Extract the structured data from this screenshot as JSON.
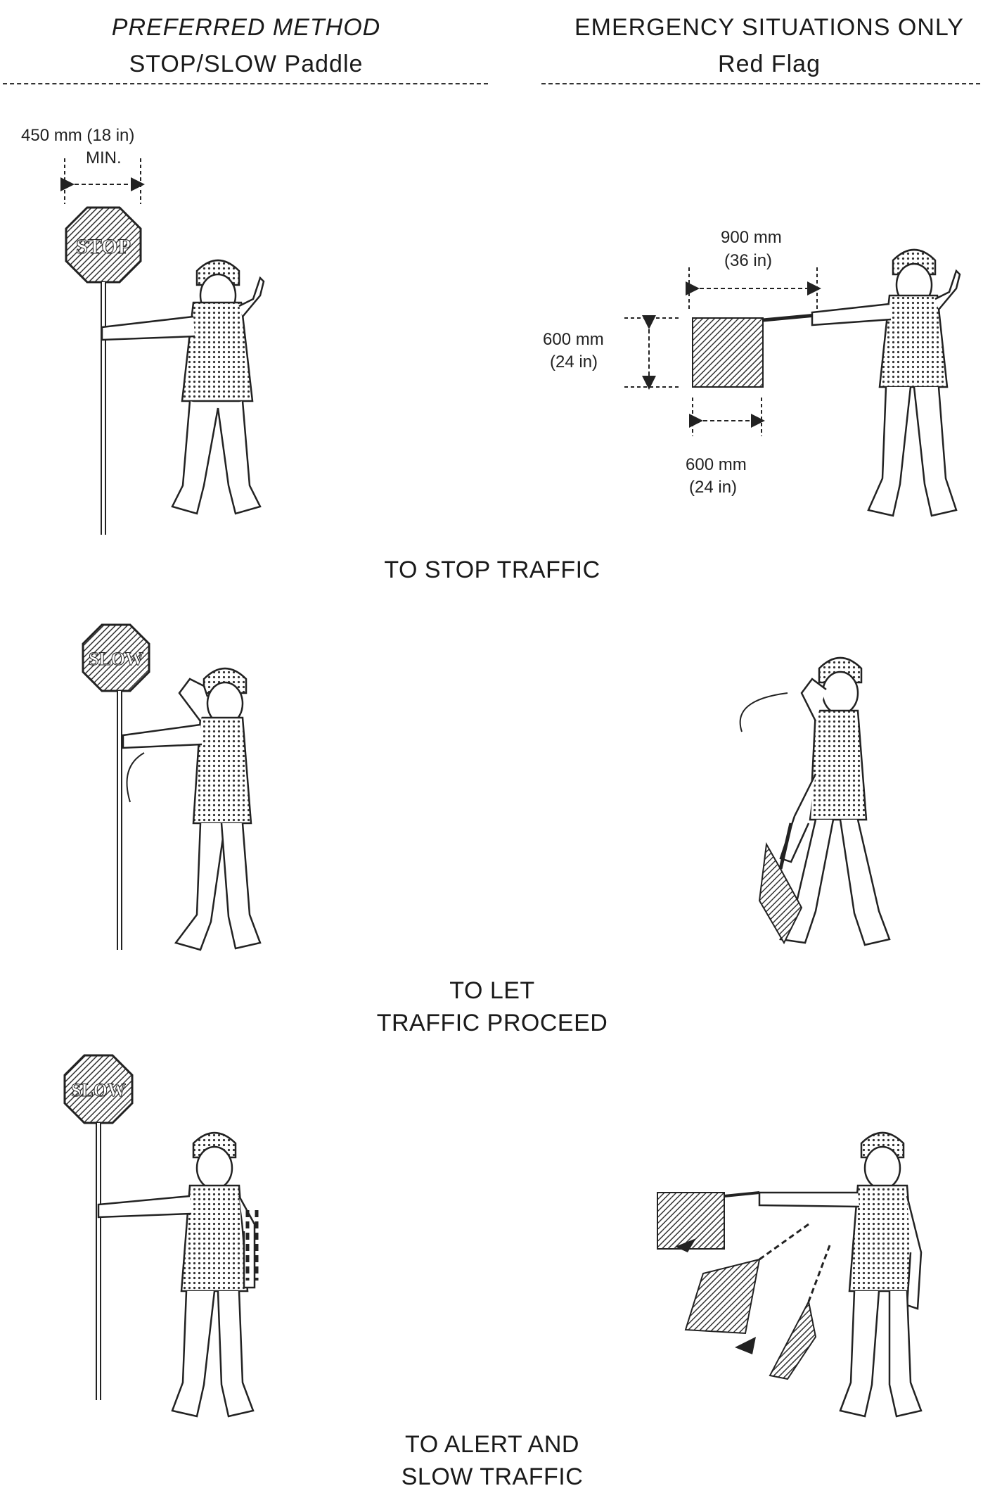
{
  "columns": {
    "left": {
      "heading": "PREFERRED METHOD",
      "subheading": "STOP/SLOW Paddle"
    },
    "right": {
      "heading": "EMERGENCY SITUATIONS ONLY",
      "subheading": "Red Flag"
    }
  },
  "rows": [
    {
      "caption_lines": [
        "TO STOP TRAFFIC"
      ]
    },
    {
      "caption_lines": [
        "TO LET",
        "TRAFFIC PROCEED"
      ]
    },
    {
      "caption_lines": [
        "TO ALERT AND",
        "SLOW TRAFFIC"
      ]
    }
  ],
  "paddle": {
    "stop_text": "STOP",
    "slow_text": "SLOW"
  },
  "dimensions": {
    "paddle_width": {
      "line1": "450 mm (18 in)",
      "line2": "MIN."
    },
    "flag_staff": {
      "line1": "900 mm",
      "line2": "(36 in)"
    },
    "flag_height": {
      "line1": "600 mm",
      "line2": "(24 in)"
    },
    "flag_width": {
      "line1": "600 mm",
      "line2": "(24 in)"
    }
  },
  "colors": {
    "ink": "#1a1a1a",
    "hatch": "#444444",
    "paper": "#ffffff"
  }
}
